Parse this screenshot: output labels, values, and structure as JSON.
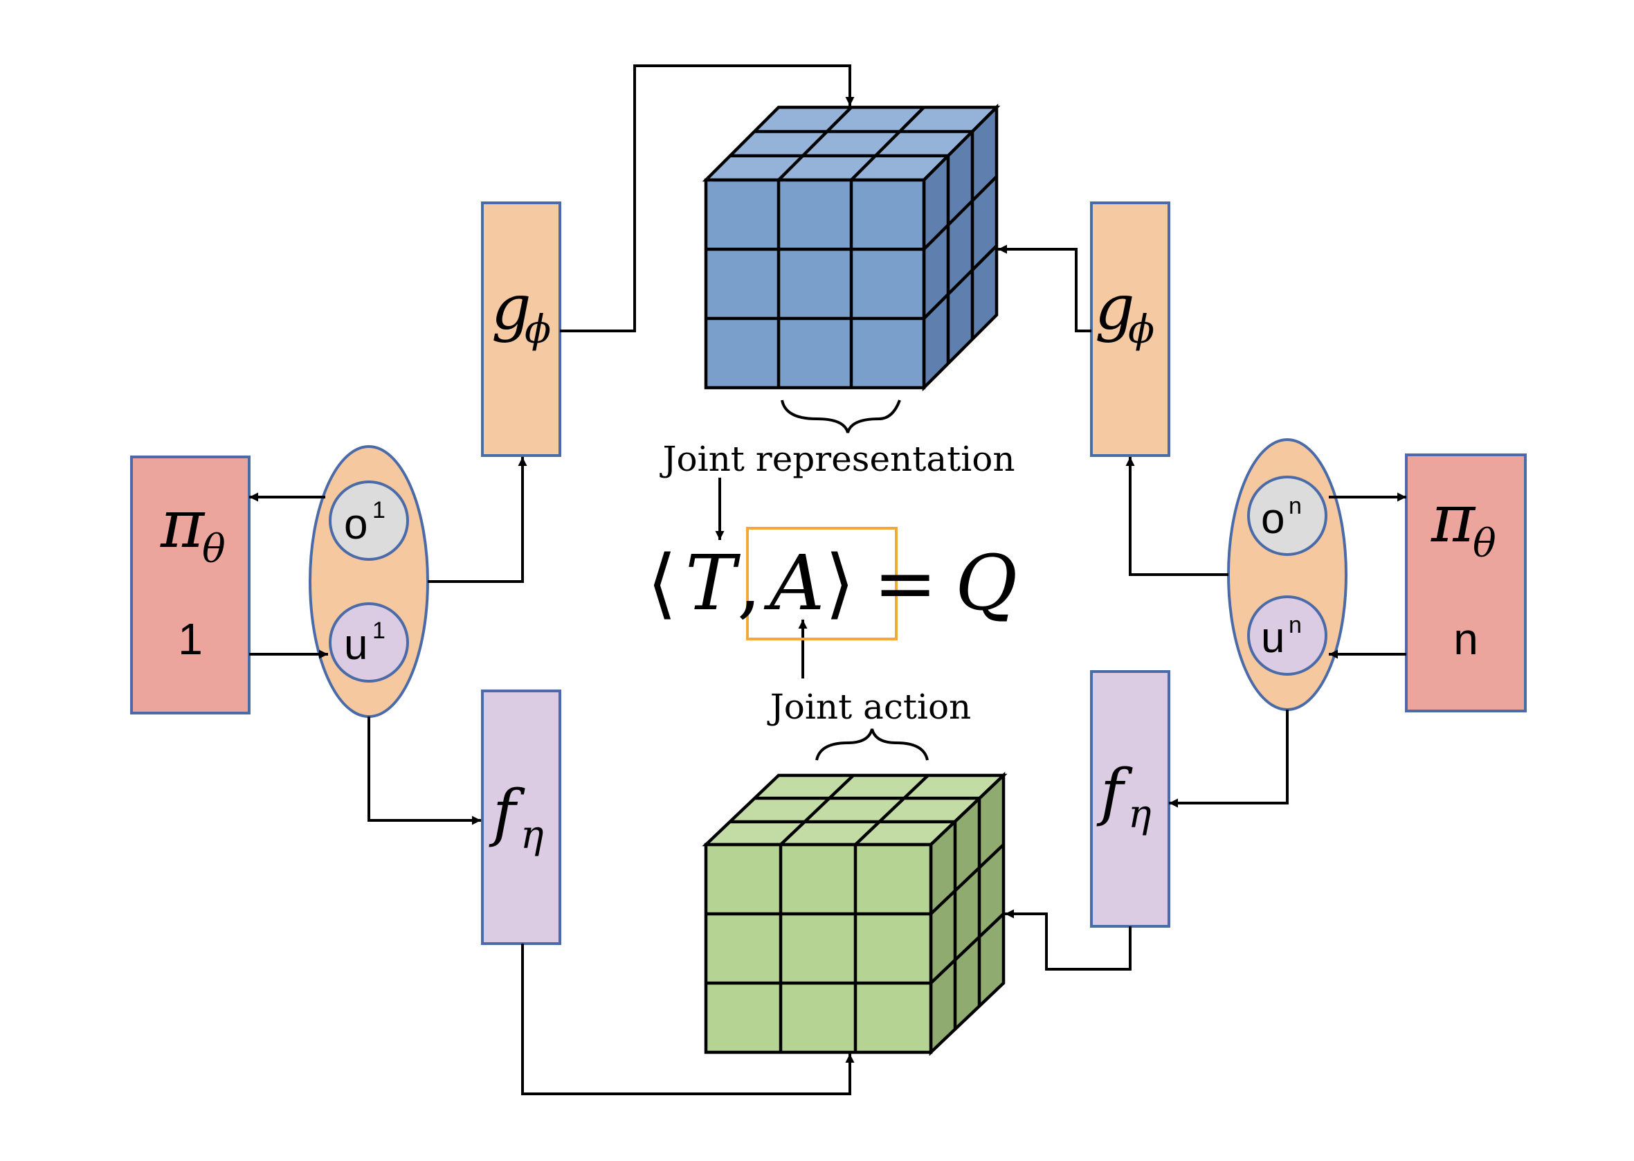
{
  "colors": {
    "agent_box": "#eba59c",
    "agent_ellipse": "#f5c8a0",
    "g_box": "#f5c9a1",
    "f_box": "#dccce3",
    "obs_circle": "#dcdcdc",
    "act_circle": "#dccce3",
    "box_stroke": "#4a6aa8",
    "rep_cube_front": "#7b9fcb",
    "rep_cube_top": "#95b3d9",
    "rep_cube_side": "#5f7fae",
    "act_cube_front": "#b5d493",
    "act_cube_top": "#c3dca6",
    "act_cube_side": "#8fab6f",
    "highlight": "#f2a93b"
  },
  "agent_left": {
    "policy": {
      "symbol": "π",
      "subscript": "θ"
    },
    "index": "1",
    "obs": {
      "base": "o",
      "sup": "1"
    },
    "act": {
      "base": "u",
      "sup": "1"
    }
  },
  "agent_right": {
    "policy": {
      "symbol": "π",
      "subscript": "θ"
    },
    "index": "n",
    "obs": {
      "base": "o",
      "sup": "n"
    },
    "act": {
      "base": "u",
      "sup": "n"
    }
  },
  "g_network": {
    "symbol": "g",
    "subscript": "ϕ"
  },
  "f_network": {
    "symbol": "f",
    "subscript": "η"
  },
  "labels": {
    "joint_representation": "Joint representation",
    "joint_action": "Joint action"
  },
  "equation": {
    "open": "⟨",
    "T": "T",
    "comma": ",",
    "A": "A",
    "close": "⟩",
    "equals": "=",
    "Q": "Q"
  }
}
